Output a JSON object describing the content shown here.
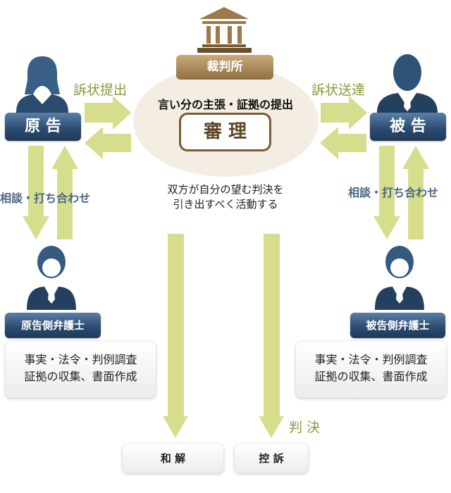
{
  "court": {
    "label": "裁判所",
    "claim": "言い分の主張・証拠の提出",
    "hearing": "審 理",
    "note_line1": "双方が自分の望む判決を",
    "note_line2": "引き出すべく活動する"
  },
  "plaintiff": {
    "label": "原 告",
    "lawyer": "原告側弁護士",
    "duties_line1": "事実・法令・判例調査",
    "duties_line2": "証拠の収集、書面作成"
  },
  "defendant": {
    "label": "被 告",
    "lawyer": "被告側弁護士",
    "duties_line1": "事実・法令・判例調査",
    "duties_line2": "証拠の収集、書面作成"
  },
  "flows": {
    "file": "訴状提出",
    "serve": "訴状送達",
    "consult_left": "相談・打ち合わせ",
    "consult_right": "相談・打ち合わせ",
    "judgment": "判 決"
  },
  "outcomes": {
    "settlement": "和 解",
    "appeal": "控 訴"
  },
  "colors": {
    "arrow": "#d6de8e",
    "navy": "#2e4d72",
    "brown": "#8f7040",
    "ellipse": "#f4ede3"
  }
}
